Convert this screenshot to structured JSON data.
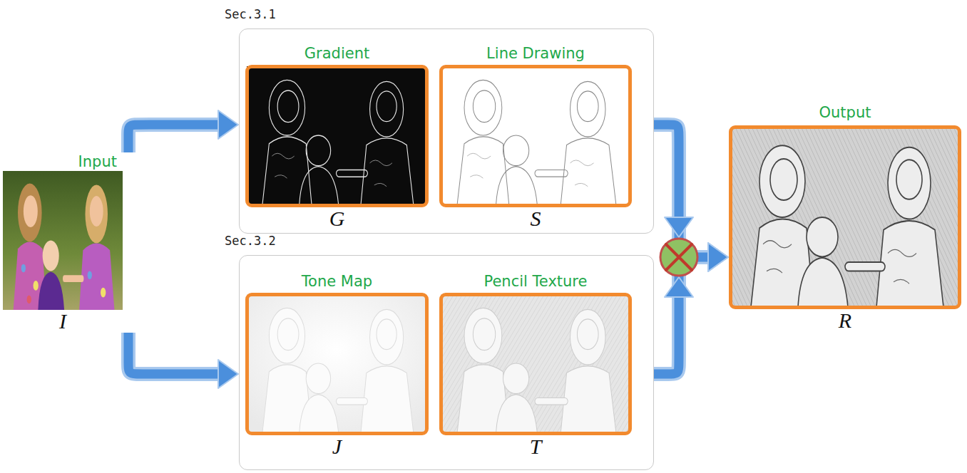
{
  "diagram": {
    "nodes": [
      {
        "text": [
          "Input",
          "I"
        ]
      },
      {
        "text": [
          "Sec.3.1"
        ]
      },
      {
        "text": [
          "Gradient",
          "G"
        ],
        "in": 1
      },
      {
        "text": [
          "Line Drawing",
          "S"
        ],
        "in": 1
      },
      {
        "text": [
          "Sec.3.2"
        ]
      },
      {
        "text": [
          "Tone Map",
          "J"
        ],
        "in": 4
      },
      {
        "text": [
          "Pencil Texture",
          "T"
        ],
        "in": 4
      },
      {
        "text": [
          "Output",
          "R"
        ]
      }
    ],
    "edges": [
      {
        "from": 0,
        "to": 1,
        "arrow": "to"
      },
      {
        "from": 0,
        "to": 4,
        "arrow": "to"
      },
      {
        "from": 1,
        "to": 7,
        "arrow": "to"
      },
      {
        "from": 4,
        "to": 7,
        "arrow": "to"
      }
    ]
  }
}
